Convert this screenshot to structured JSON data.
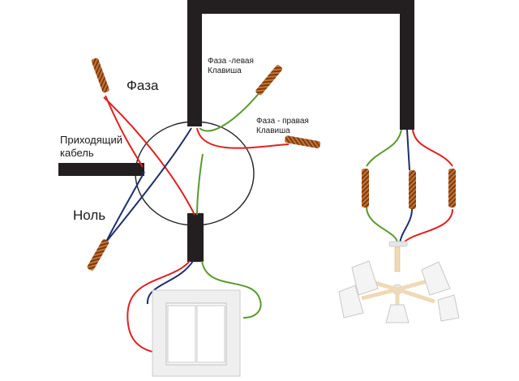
{
  "labels": {
    "phase": "Фаза",
    "incoming_cable_line1": "Приходящий",
    "incoming_cable_line2": "кабель",
    "neutral": "Ноль",
    "phase_left_key_line1": "Фаза -левая",
    "phase_left_key_line2": "Клавиша",
    "phase_right_key_line1": "Фаза - правая",
    "phase_right_key_line2": "Клавиша"
  },
  "colors": {
    "cable": "#231f20",
    "phase_wire": "#e0211f",
    "neutral_wire": "#1c2f6e",
    "switch_wire": "#5a9a2c",
    "copper": "#b5652c",
    "junction_box_outline": "#222222",
    "switch_plate": "#f4f4f4",
    "lamp_shade": "#f2f2f2",
    "lamp_arm": "#f0d9b5"
  }
}
